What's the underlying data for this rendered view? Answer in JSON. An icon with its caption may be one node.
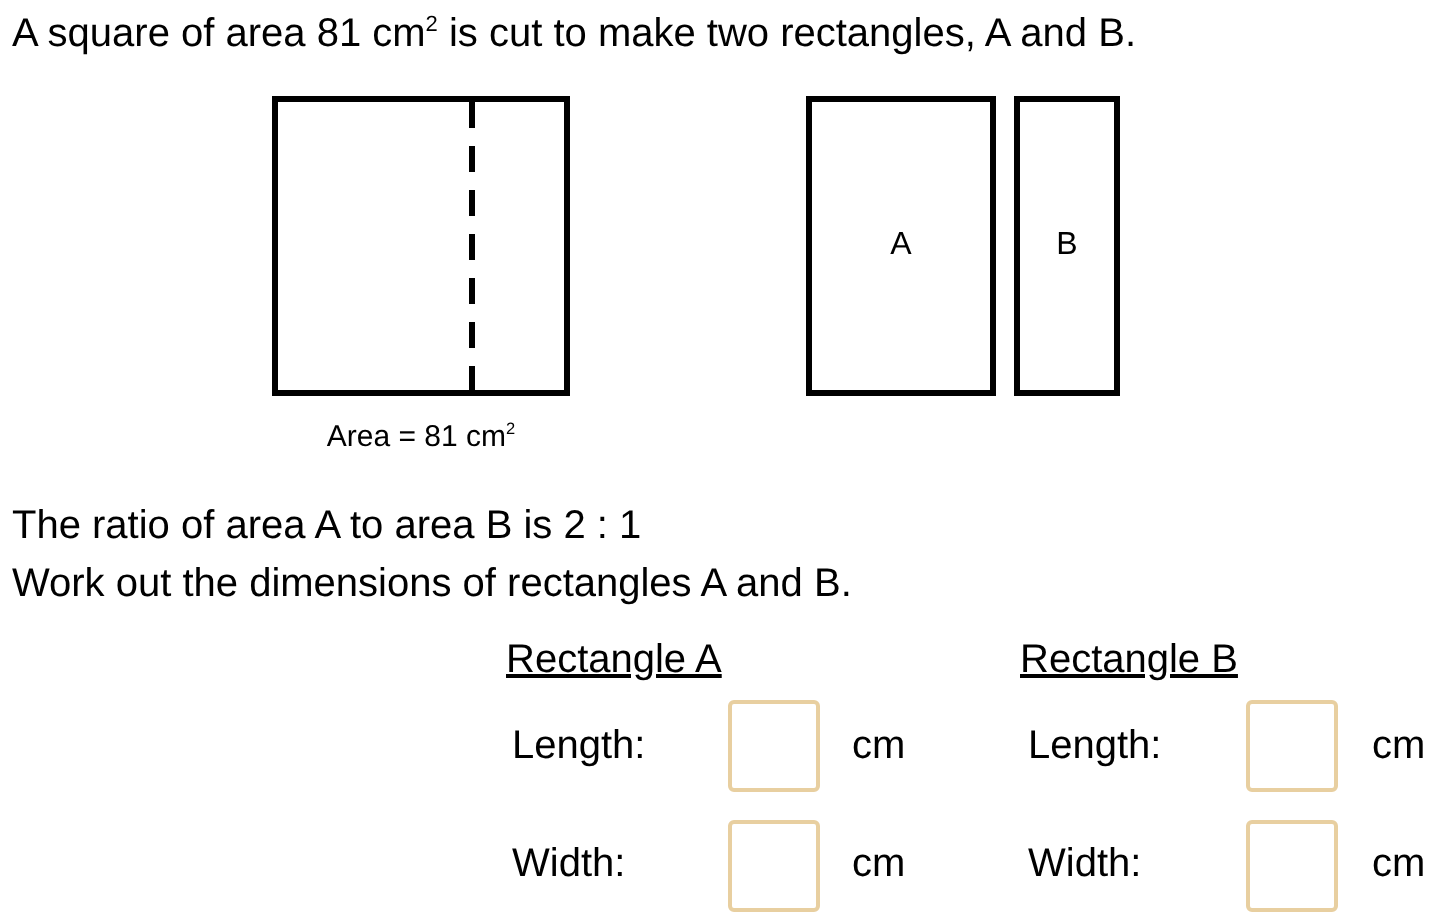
{
  "diagram": {
    "title": "A square of area 81 cm$^{2}$ is cut to make two rectangles, A and B.",
    "nodes": [
      {
        "text": [],
        "shape": "box",
        "beside": [
          "Area = 81 cm$^{2}$"
        ]
      },
      {
        "text": [
          "A"
        ]
      },
      {
        "text": [
          "B"
        ]
      }
    ],
    "labels": [
      "The ratio of area A to area B is 2 : 1",
      "Work out the dimensions of rectangles A and B.",
      "Rectangle A",
      "Rectangle B",
      "Length:",
      "cm",
      "Length:",
      "cm",
      "Width:",
      "cm",
      "Width:",
      "cm"
    ]
  }
}
